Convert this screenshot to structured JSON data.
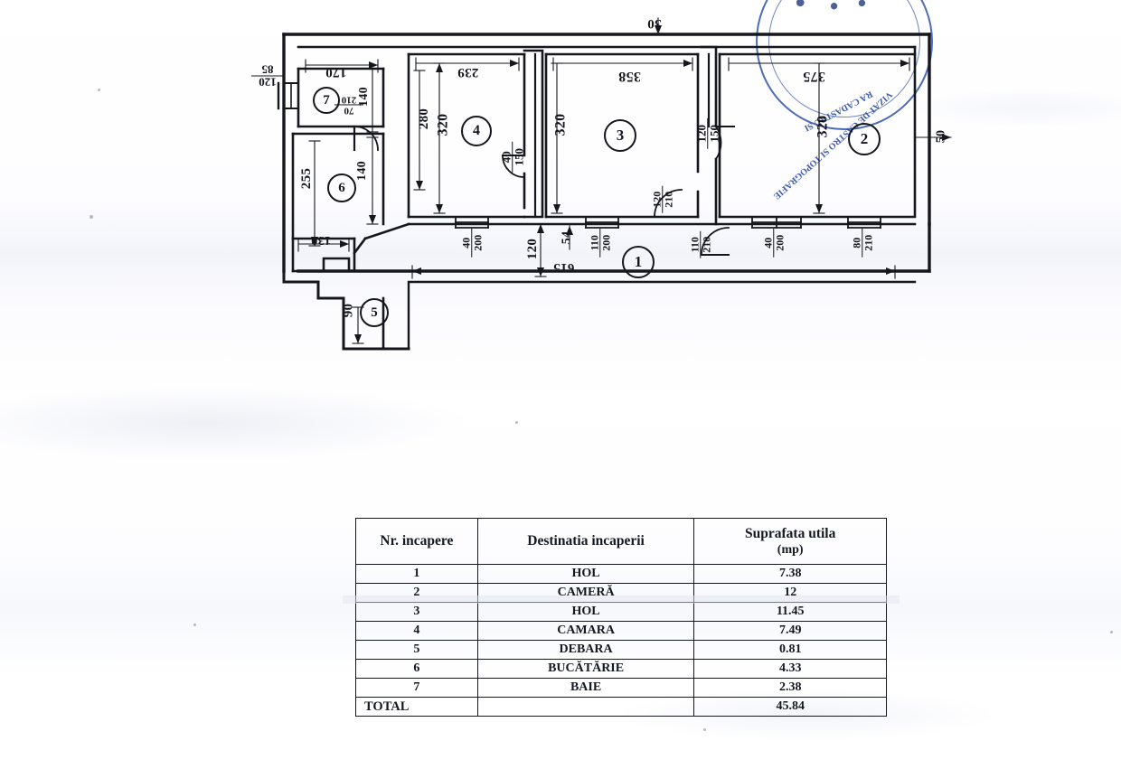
{
  "document": {
    "kind": "floor-plan-scan",
    "language": "ro"
  },
  "stamp": {
    "line_outer": "VIZAT DE CASTRO SI TOPOGRAFIE",
    "line_inner": "RA CADASTRU SI",
    "line_bottom": "TOPOGRAFIE"
  },
  "plan": {
    "rooms": [
      {
        "number": "1",
        "name": "HOL"
      },
      {
        "number": "2",
        "name": "CAMERA"
      },
      {
        "number": "3",
        "name": "HOL"
      },
      {
        "number": "4",
        "name": "CAMARA"
      },
      {
        "number": "5",
        "name": "DEBARA"
      },
      {
        "number": "6",
        "name": "BUCATARIE"
      },
      {
        "number": "7",
        "name": "BAIE"
      }
    ],
    "dimensions": {
      "top_wall_thickness": "30",
      "right_wall_thickness": "50",
      "room7_width": "170",
      "room7_offset": "140",
      "room6_height": "255",
      "room6_width": "130",
      "room6_door_offset": "140",
      "room4_width": "239",
      "room4_height": "320",
      "room4_left_inner": "280",
      "room3_width": "358",
      "room3_height": "320",
      "room2_width": "375",
      "room2_height": "320",
      "hall_depth": "120",
      "hall_length": "615",
      "debara_width": "90",
      "hall_segment": "54"
    },
    "openings": {
      "bath_window": {
        "w": "120",
        "h": "85"
      },
      "bath_door": {
        "w": "70",
        "h": "210"
      },
      "camara_door": {
        "w": "40",
        "h": "150"
      },
      "camera_door": {
        "w": "120",
        "h": "150"
      },
      "hol3_door": {
        "w": "120",
        "h": "210"
      },
      "hol1_door": {
        "w": "110",
        "h": "210"
      },
      "win_camara": {
        "w": "40",
        "h": "200"
      },
      "win_hol3": {
        "w": "110",
        "h": "200"
      },
      "win_camera_a": {
        "w": "40",
        "h": "200"
      },
      "win_camera_b": {
        "w": "80",
        "h": "210"
      }
    }
  },
  "table": {
    "headers": {
      "col1": "Nr. incapere",
      "col2": "Destinatia incaperii",
      "col3_line1": "Suprafata utila",
      "col3_line2": "(mp)"
    },
    "rows": [
      {
        "nr": "1",
        "dest": "HOL",
        "area": "7.38"
      },
      {
        "nr": "2",
        "dest": "CAMERĂ",
        "area": "12"
      },
      {
        "nr": "3",
        "dest": "HOL",
        "area": "11.45"
      },
      {
        "nr": "4",
        "dest": "CAMARA",
        "area": "7.49"
      },
      {
        "nr": "5",
        "dest": "DEBARA",
        "area": "0.81"
      },
      {
        "nr": "6",
        "dest": "BUCĂTĂRIE",
        "area": "4.33"
      },
      {
        "nr": "7",
        "dest": "BAIE",
        "area": "2.38"
      }
    ],
    "total": {
      "label": "TOTAL",
      "dest": "",
      "area": "45.84"
    }
  }
}
